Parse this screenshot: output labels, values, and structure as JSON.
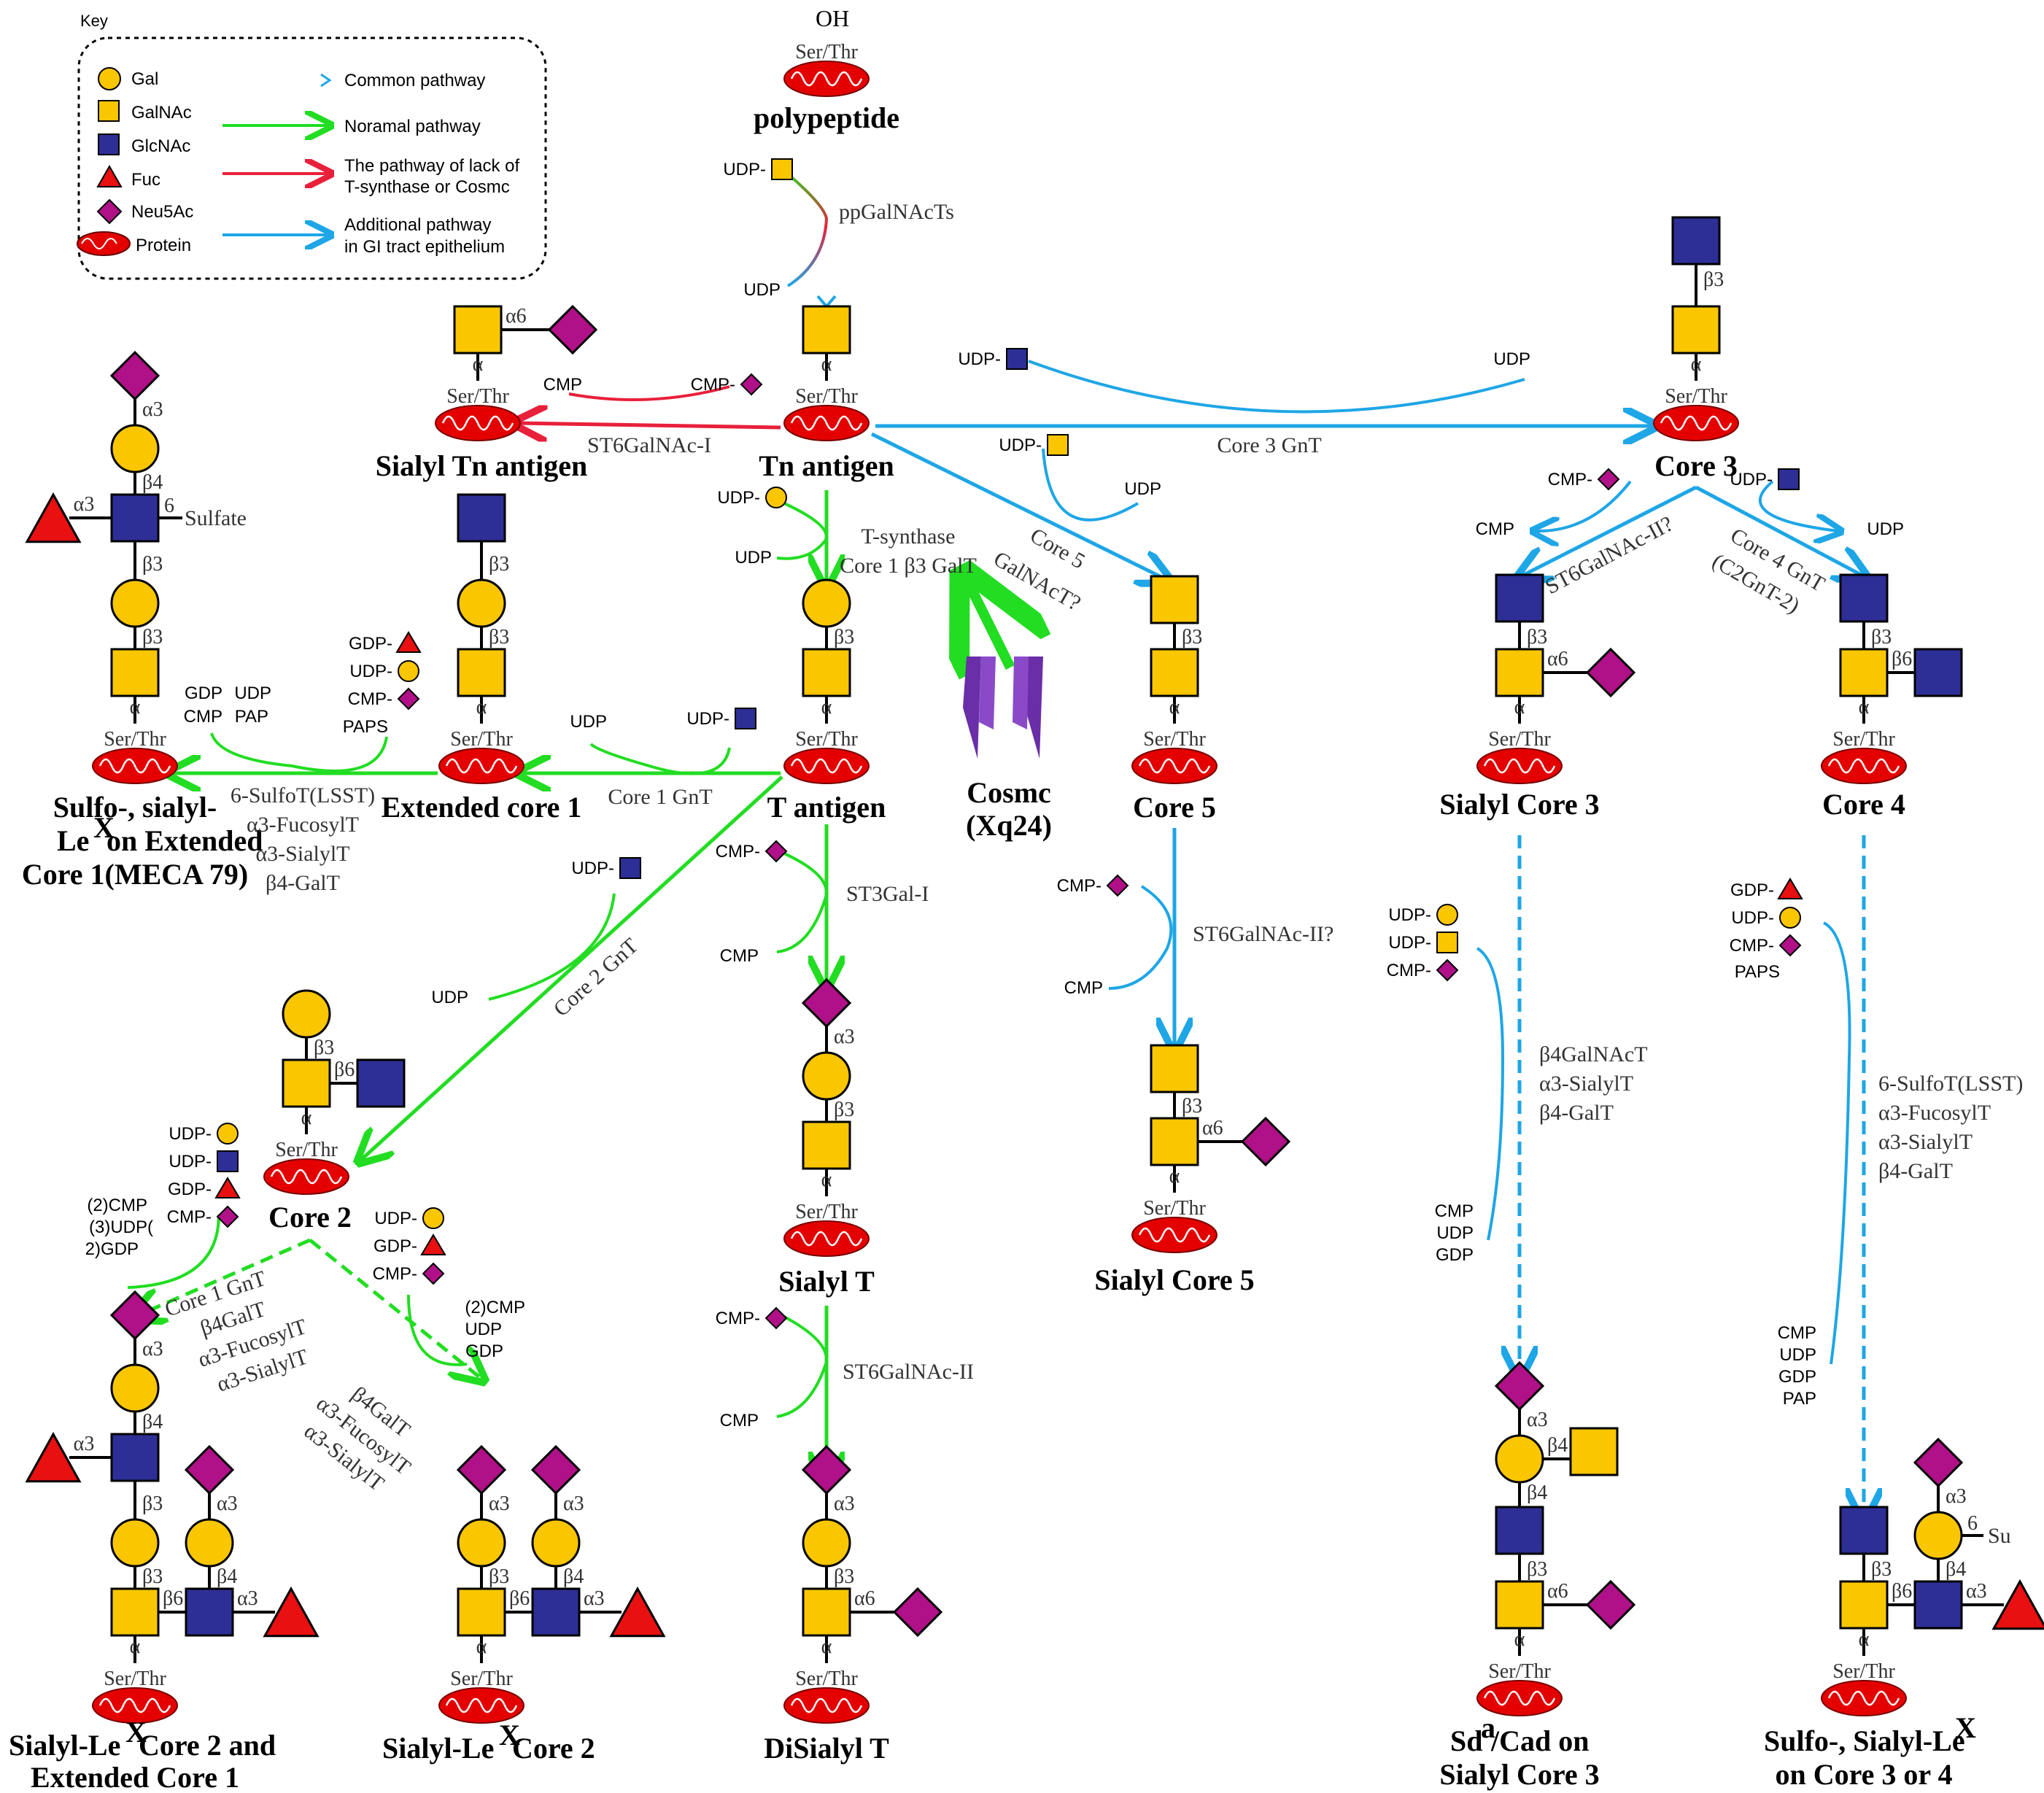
{
  "key": {
    "title": "Key",
    "symbols": [
      {
        "name": "Gal",
        "shape": "circle"
      },
      {
        "name": "GalNAc",
        "shape": "square-yellow"
      },
      {
        "name": "GlcNAc",
        "shape": "square-blue"
      },
      {
        "name": "Fuc",
        "shape": "triangle"
      },
      {
        "name": "Neu5Ac",
        "shape": "diamond"
      },
      {
        "name": "Protein",
        "shape": "protein"
      }
    ],
    "pathways": [
      {
        "label": "Common pathway",
        "color": "gradient"
      },
      {
        "label": "Noramal pathway",
        "color": "#22dd22"
      },
      {
        "label": "The pathway of lack of",
        "label2": "T-synthase or Cosmc",
        "color": "#e8203a"
      },
      {
        "label": "Additional pathway",
        "label2": "in GI tract epithelium",
        "color": "#1ea6e6"
      }
    ]
  },
  "colors": {
    "gal": "#f9c600",
    "galnac": "#f9c600",
    "glcnac": "#2d2f96",
    "fuc": "#e81010",
    "neu5ac": "#b01088",
    "green": "#22dd22",
    "red": "#e8203a",
    "blue": "#1ea6e6"
  },
  "common": {
    "ser_thr": "Ser/Thr",
    "oh": "OH"
  },
  "structures": {
    "polypeptide": "polypeptide",
    "tn": "Tn antigen",
    "sialyl_tn": "Sialyl Tn antigen",
    "t": "T antigen",
    "core3": "Core 3",
    "core5": "Core 5",
    "extended_core1": "Extended core 1",
    "sulfo_sialyl_lex_l1": "Sulfo-, sialyl-",
    "sulfo_sialyl_lex_l2": "Le",
    "sulfo_sialyl_lex_l2b": " on Extended",
    "sulfo_sialyl_lex_l3": "Core 1(MECA 79)",
    "core2": "Core 2",
    "sialyl_t": "Sialyl T",
    "disialyl_t": "DiSialyl T",
    "sialyl_core5": "Sialyl Core 5",
    "sialyl_core3": "Sialyl Core 3",
    "core4": "Core 4",
    "cosmc_l1": "Cosmc",
    "cosmc_l2": "(Xq24)",
    "slex_core2_ext_l1": "Sialyl-Le",
    "slex_core2_ext_l1b": " Core 2 and",
    "slex_core2_ext_l2": "Extended Core 1",
    "slex_core2_l1": "Sialyl-Le",
    "slex_core2_l1b": " Core 2",
    "sda_l1": "Sd",
    "sda_l1b": "/Cad on",
    "sda_l2": "Sialyl Core 3",
    "sulfo_core34_l1": "Sulfo-, Sialyl-Le",
    "sulfo_core34_l2": "on Core 3 or 4",
    "sup_x": "X",
    "sup_a": "a"
  },
  "enzymes": {
    "ppgalnact": "ppGalNAcTs",
    "st6galnac1": "ST6GalNAc-I",
    "core3gnt": "Core 3 GnT",
    "tsynthase": "T-synthase",
    "core1b3galt": "Core 1 β3 GalT",
    "core5galnact_l1": "Core 5",
    "core5galnact_l2": "GalNAcT?",
    "st6galnac2q": "ST6GalNAc-II?",
    "core4gnt_l1": "Core 4 GnT",
    "core4gnt_l2": "(C2GnT-2)",
    "core1gnt": "Core 1 GnT",
    "sulfot_l1": "6-SulfoT(LSST)",
    "sulfot_l2": "α3-FucosylT",
    "sulfot_l3": "α3-SialylT",
    "sulfot_l4": "β4-GalT",
    "core2gnt": "Core 2 GnT",
    "st3gal1": "ST3Gal-I",
    "st6galnac2": "ST6GalNAc-II",
    "st6galnac2q_c5": "ST6GalNAc-II?",
    "b4galnact_l1": "β4GalNAcT",
    "b4galnact_l2": "α3-SialylT",
    "b4galnact_l3": "β4-GalT",
    "c4_sulfot_l1": "6-SulfoT(LSST)",
    "c4_sulfot_l2": "α3-FucosylT",
    "c4_sulfot_l3": "α3-SialylT",
    "c4_sulfot_l4": "β4-GalT",
    "c2a_l1": "Core 1 GnT",
    "c2a_l2": "β4GalT",
    "c2a_l3": "α3-FucosylT",
    "c2a_l4": "α3-SialylT",
    "c2b_l1": "β4GalT",
    "c2b_l2": "α3-FucosylT",
    "c2b_l3": "α3-SialylT"
  },
  "nucleotides": {
    "udp_galnac": "UDP-",
    "udp": "UDP",
    "cmp_neu": "CMP-",
    "cmp": "CMP",
    "udp_glcnac": "UDP-",
    "udp_gal": "UDP-",
    "gdp_fuc": "GDP-",
    "paps": "PAPS",
    "gdp": "GDP",
    "pap": "PAP",
    "mix_2cmp": "(2)CMP",
    "mix_3udp": "(3)UDP(",
    "mix_2gdp": "2)GDP"
  },
  "linkages": {
    "a": "α",
    "a3": "α3",
    "a6": "α6",
    "b3": "β3",
    "b4": "β4",
    "b6": "β6",
    "six": "6",
    "sulfate": "Sulfate",
    "su": "Su"
  }
}
